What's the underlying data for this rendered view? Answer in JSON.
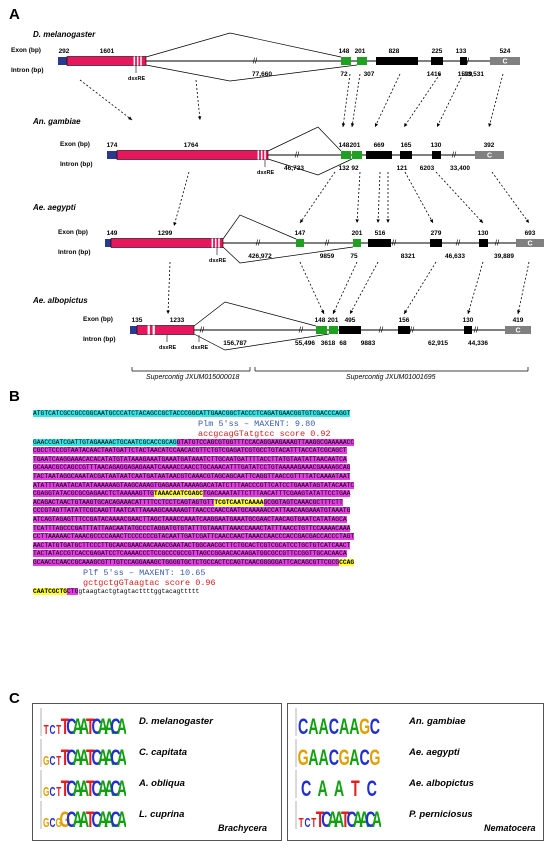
{
  "panels": {
    "a": "A",
    "b": "B",
    "c": "C"
  },
  "labels": {
    "exon": "Exon (bp)",
    "intron": "Intron (bp)",
    "dsxre": "dsxRE",
    "c_box": "C",
    "break_mark": "//"
  },
  "species_a": [
    {
      "name": "D. melanogaster",
      "exons": [
        "292",
        "1601",
        "148",
        "201",
        "828",
        "225",
        "133",
        "524"
      ],
      "introns": [
        "77,660",
        "72",
        "307",
        "1416",
        "1599",
        "13,531"
      ]
    },
    {
      "name": "An. gambiae",
      "exons": [
        "174",
        "1764",
        "148",
        "201",
        "669",
        "165",
        "130",
        "392"
      ],
      "introns": [
        "46,733",
        "132",
        "92",
        "121",
        "6203",
        "33,400"
      ]
    },
    {
      "name": "Ae. aegypti",
      "exons": [
        "149",
        "1299",
        "147",
        "201",
        "516",
        "279",
        "130",
        "693"
      ],
      "introns": [
        "426,972",
        "9859",
        "75",
        "8321",
        "46,633",
        "39,889"
      ]
    },
    {
      "name": "Ae. albopictus",
      "exons": [
        "135",
        "1233",
        "148",
        "201",
        "495",
        "156",
        "130",
        "419"
      ],
      "introns": [
        "156,787",
        "55,496",
        "3618",
        "68",
        "9883",
        "62,915",
        "44,336"
      ]
    }
  ],
  "supercontigs": [
    "Supercontig JXUM015000018",
    "Supercontig JXUM01001695"
  ],
  "panel_b": {
    "annotations": {
      "plm_blue": "Plm 5'ss – MAXENT: 9.80",
      "plm_red": "accgcagGTatgtcc score 0.92",
      "plf_blue": "Plf 5'ss – MAXENT: 10.65",
      "plf_red": "gctgctgGTaagtac score 0.96"
    },
    "line1": "ATGTCATCGCCGCCGGCAATGCCCATCTACAGCCGCTACCCGGCATTGAACGGCTACCCTCAGATGAACGGTGTCGACCCAGGT",
    "line2_cyan": "GAACCGATCGATTGTAGAAAACTGCAATCGCACCGCAG",
    "line2_mag": "GTATGTCCAGCGTGGTTTCCACAGGAAGAAAGTTAAGGCGAAAAACC",
    "mag_lines": [
      "CGCCTCCCGTAATACAACTAATGATTCTACTAACATCCAACACGTTCTGTCGAGATCGTGCCTGTACATTTACCATCGCAGCT",
      "TGAATCAAGGAAACACACATATGTATAAAGAAATGAAATGATAAATCTTGCAATGATTTTACCTTATGTAATATTAACAATCA",
      "GCAAACGCCAGCCGTTTAACAGAGGAGAGAAATCAAAACCAACCTGCAAACATTTGATATCCTGTAAAAAGAAACGAAAAGCAG",
      "TACTAATAGGCAAATACGATAATAATCAATGATAATAACGTCAAACGTAGCAGCAATTCAGGTTAACCGTTTTATCAAAATAAT",
      "ATATTTAAATACATATAAAAAAGTAAGCAAAGTGAGAAATAAAAGACATATCTTTAACCCGTTCATCCTGAAATAGTATACAATC",
      "CGAGGTATACGCGCGAGAACTCTAAAAAGTTG|TAAACAATCGAGC|TGACAAATATTCTTTAACATTTCGAAGTATATTCCTGAA",
      "ACAGACTAACTGTAAGTGCACAGAAACATTTTCCTCCTCAGTAGTGTT|TCGTCAATCAAAA|GCGGTAGTCAAACGCTTTCTT",
      "CCCGTAGTTATATTCGCAAGTTAATCATTAAAAGCAAAAAGTTAACCCAACCAATGCAAAAACCATTAACAAGAAATGTAAATG",
      "ATCAGTAGAGTTTCCGATACAAAACGAACTTAGCTAAACCAAATCAAGGAATGAAATGCGAACTAACAGTGAATCATATAGCA",
      "TCATTTAGCCCGATTTATTAACAATATGCCCTAGGATGTGTATTTGTAAATTAAACCAAACTATTTAACCTGTTCCAAAACAAA",
      "CCTTAAAAACTAAACGCCCCAAACTCCCCCCCGTACAATTGATCGATTCAACCAACTAAACCAACCCACCGACGACCACCCTAGT",
      "AACTATGTGATGCTTCCCTTGCAACGAACAACAAACGAATACTGGCAACGCTTCTGCACTCGTCGCATCCTGCTGTCATCAACT",
      "TACTATACCGTCACCGAGATCCTCAAAACCCTCCGCCCGCCGTTAGCCGGAACACAAGATGGCGCCGTTCCGGTTGCACAACA",
      "GCAACCCAACCGCAAAGCGTTTGTCCAGGAAAGCTGGGGTGCTCTGCCACTCCAGTCAACGGGGGATTCACAGCGTTCGCG|CCAG"
    ],
    "last_yellow": "CAATCGCTG",
    "last_mag": "CTG",
    "last_tail": "gtaagtactgtagtacttttggtacagttttt"
  },
  "panel_c": {
    "left": [
      {
        "species": "D. melanogaster",
        "logo": "TCTTCAATCAACA"
      },
      {
        "species": "C. capitata",
        "logo": "GCTTCAATCAACA"
      },
      {
        "species": "A. obliqua",
        "logo": "GCTTCAATCAACA"
      },
      {
        "species": "L. cuprina",
        "logo": "GCGGCAATCAACA"
      }
    ],
    "left_clade": "Brachycera",
    "right": [
      {
        "species": "An. gambiae",
        "logo": "CAACAAGC"
      },
      {
        "species": "Ae. aegypti",
        "logo": "GAACGACG"
      },
      {
        "species": "Ae. albopictus",
        "logo": "CAATC"
      },
      {
        "species": "P. perniciosus",
        "logo": "TCTTCAATCAACA"
      }
    ],
    "right_clade": "Nematocera"
  },
  "colors": {
    "red_exon": "#e8175d",
    "blue_exon": "#2a3a8c",
    "green_exon": "#20a020",
    "black_exon": "#000000",
    "grey_exon": "#808080",
    "cyan": "#35e4e4",
    "magenta": "#e23ee2",
    "yellow": "#ffff33"
  }
}
